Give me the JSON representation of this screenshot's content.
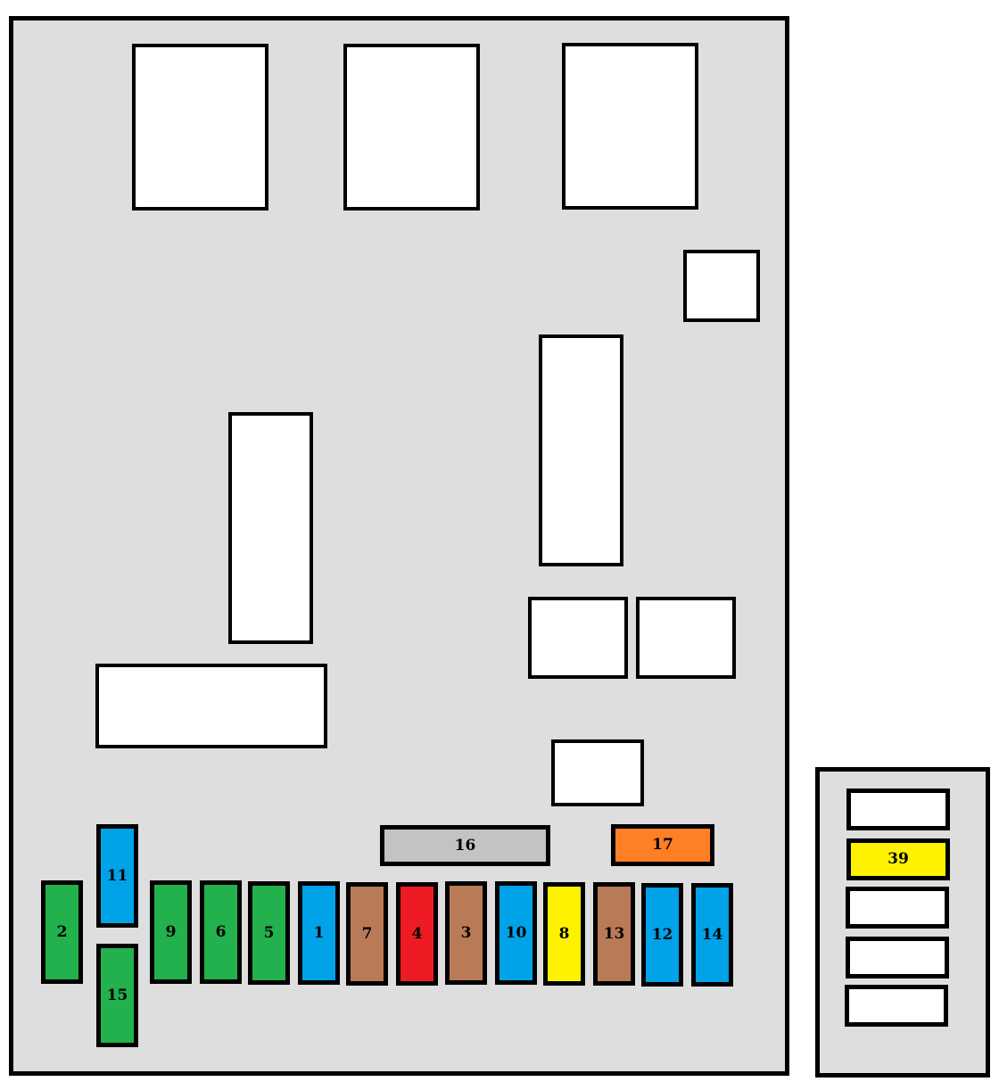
{
  "diagram": {
    "type": "fuse-box-layout",
    "main_box": {
      "background": "#dedede",
      "border": "#000000"
    },
    "aux_box": {
      "background": "#dedede",
      "border": "#000000"
    },
    "colors": {
      "green": "#22b14c",
      "blue": "#00a2e8",
      "brown": "#b97a57",
      "red": "#ed1c24",
      "yellow": "#fff200",
      "gray": "#c3c3c3",
      "orange": "#ff7f27",
      "empty": "#ffffff"
    },
    "fuses": [
      {
        "label": "2",
        "color": "green"
      },
      {
        "label": "11",
        "color": "blue"
      },
      {
        "label": "15",
        "color": "green"
      },
      {
        "label": "9",
        "color": "green"
      },
      {
        "label": "6",
        "color": "green"
      },
      {
        "label": "5",
        "color": "green"
      },
      {
        "label": "1",
        "color": "blue"
      },
      {
        "label": "7",
        "color": "brown"
      },
      {
        "label": "4",
        "color": "red"
      },
      {
        "label": "3",
        "color": "brown"
      },
      {
        "label": "10",
        "color": "blue"
      },
      {
        "label": "8",
        "color": "yellow"
      },
      {
        "label": "13",
        "color": "brown"
      },
      {
        "label": "12",
        "color": "blue"
      },
      {
        "label": "14",
        "color": "blue"
      },
      {
        "label": "16",
        "color": "gray"
      },
      {
        "label": "17",
        "color": "orange"
      }
    ],
    "aux_fuses": [
      {
        "label": "",
        "color": "empty"
      },
      {
        "label": "39",
        "color": "yellow"
      },
      {
        "label": "",
        "color": "empty"
      },
      {
        "label": "",
        "color": "empty"
      },
      {
        "label": "",
        "color": "empty"
      }
    ]
  }
}
